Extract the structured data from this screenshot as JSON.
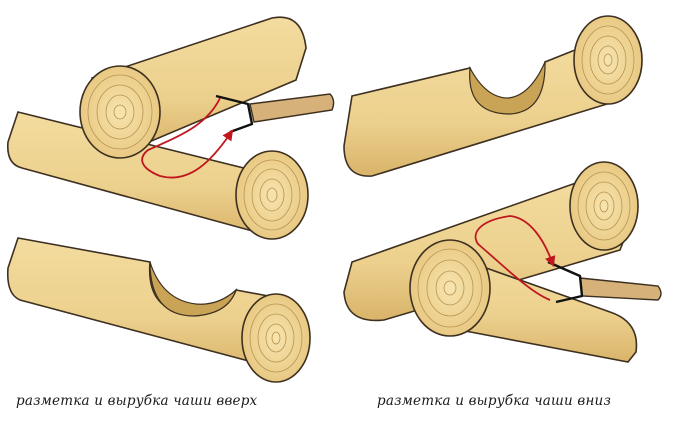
{
  "captions": {
    "left": "разметка и вырубка чаши вверх",
    "right": "разметка и вырубка чаши вниз"
  },
  "colors": {
    "wood": "#f2d99a",
    "wood_shade": "#e0bf75",
    "wood_dark": "#c9a356",
    "outline": "#3d3020",
    "marking_line": "#c0171f",
    "pencil_body": "#d6b27a"
  },
  "panels": [
    {
      "name": "top-left",
      "meaning": "marking up"
    },
    {
      "name": "top-right",
      "meaning": "bowl cut up"
    },
    {
      "name": "bottom-left",
      "meaning": "bowl cut up finished"
    },
    {
      "name": "bottom-right",
      "meaning": "marking down"
    }
  ]
}
